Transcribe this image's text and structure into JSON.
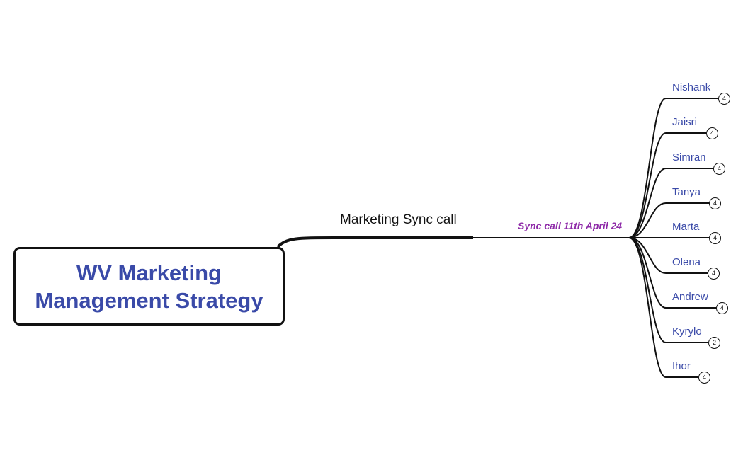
{
  "root": {
    "title": "WV Marketing Management Strategy"
  },
  "topic": {
    "label": "Marketing Sync call"
  },
  "subtopic": {
    "label": "Sync call 11th April 24"
  },
  "leaves": [
    {
      "label": "Nishank",
      "count": "4"
    },
    {
      "label": "Jaisri",
      "count": "4"
    },
    {
      "label": "Simran",
      "count": "4"
    },
    {
      "label": "Tanya",
      "count": "4"
    },
    {
      "label": "Marta",
      "count": "4"
    },
    {
      "label": "Olena",
      "count": "4"
    },
    {
      "label": "Andrew",
      "count": "4"
    },
    {
      "label": "Kyrylo",
      "count": "2"
    },
    {
      "label": "Ihor",
      "count": "4"
    }
  ],
  "colors": {
    "root_text": "#3a4aa8",
    "leaf_text": "#3a4aa8",
    "subtopic_text": "#8e2aa8",
    "lines": "#111111"
  }
}
